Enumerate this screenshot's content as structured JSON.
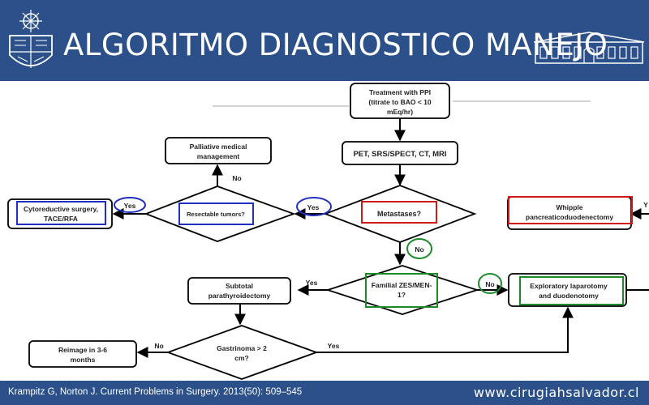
{
  "header": {
    "title": "ALGORITMO DIAGNOSTICO MANEJO"
  },
  "footer": {
    "citation": "Krampitz G, Norton J. Current Problems in Surgery. 2013(50): 509–545",
    "url": "www.cirugiahsalvador.cl"
  },
  "colors": {
    "header_bg": "#2c5089",
    "highlight_blue": "#1f2fbf",
    "highlight_red": "#d01818",
    "highlight_green": "#1d8a2a"
  },
  "flowchart": {
    "nodes": {
      "ppi": [
        "Treatment with PPI",
        "(titrate to BAO < 10",
        "mEq/hr)"
      ],
      "imaging": [
        "PET, SRS/SPECT, CT, MRI"
      ],
      "metastases": [
        "Metastases?"
      ],
      "resectable": [
        "Resectable tumors?"
      ],
      "palliative": [
        "Palliative medical",
        "management"
      ],
      "cytoreductive": [
        "Cytoreductive surgery,",
        "TACE/RFA"
      ],
      "whipple": [
        "Whipple",
        "pancreaticoduodenectomy"
      ],
      "familial": [
        "Familial ZES/MEN-",
        "1?"
      ],
      "exploratory": [
        "Exploratory laparotomy",
        "and duodenotomy"
      ],
      "subtotal": [
        "Subtotal",
        "parathyroidectomy"
      ],
      "gastrinoma": [
        "Gastrinoma > 2",
        "cm?"
      ],
      "reimage": [
        "Reimage in 3-6",
        "months"
      ]
    },
    "edge_labels": {
      "resectable_no": "No",
      "resectable_yes": "Yes",
      "metastases_yes": "Yes",
      "metastases_no": "No",
      "familial_yes": "Yes",
      "familial_no": "No",
      "gastrinoma_no": "No",
      "gastrinoma_yes": "Yes",
      "whipple_edge_cut": "Y"
    }
  }
}
